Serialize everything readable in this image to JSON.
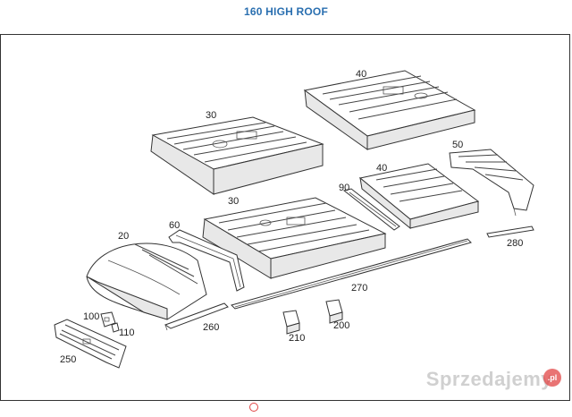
{
  "title": "160 HIGH ROOF",
  "parts": [
    {
      "id": "p40a",
      "label": "40"
    },
    {
      "id": "p30a",
      "label": "30"
    },
    {
      "id": "p50",
      "label": "50"
    },
    {
      "id": "p40b",
      "label": "40"
    },
    {
      "id": "p90",
      "label": "90"
    },
    {
      "id": "p30b",
      "label": "30"
    },
    {
      "id": "p60",
      "label": "60"
    },
    {
      "id": "p20",
      "label": "20"
    },
    {
      "id": "p280",
      "label": "280"
    },
    {
      "id": "p270",
      "label": "270"
    },
    {
      "id": "p100",
      "label": "100"
    },
    {
      "id": "p110",
      "label": "110"
    },
    {
      "id": "p260",
      "label": "260"
    },
    {
      "id": "p210",
      "label": "210"
    },
    {
      "id": "p200",
      "label": "200"
    },
    {
      "id": "p250",
      "label": "250"
    }
  ],
  "watermark": {
    "text": "Sprzedajemy",
    "badge": ".pl"
  },
  "colors": {
    "title": "#2a6fb0",
    "indicator": "#e04444",
    "line": "#333333"
  }
}
